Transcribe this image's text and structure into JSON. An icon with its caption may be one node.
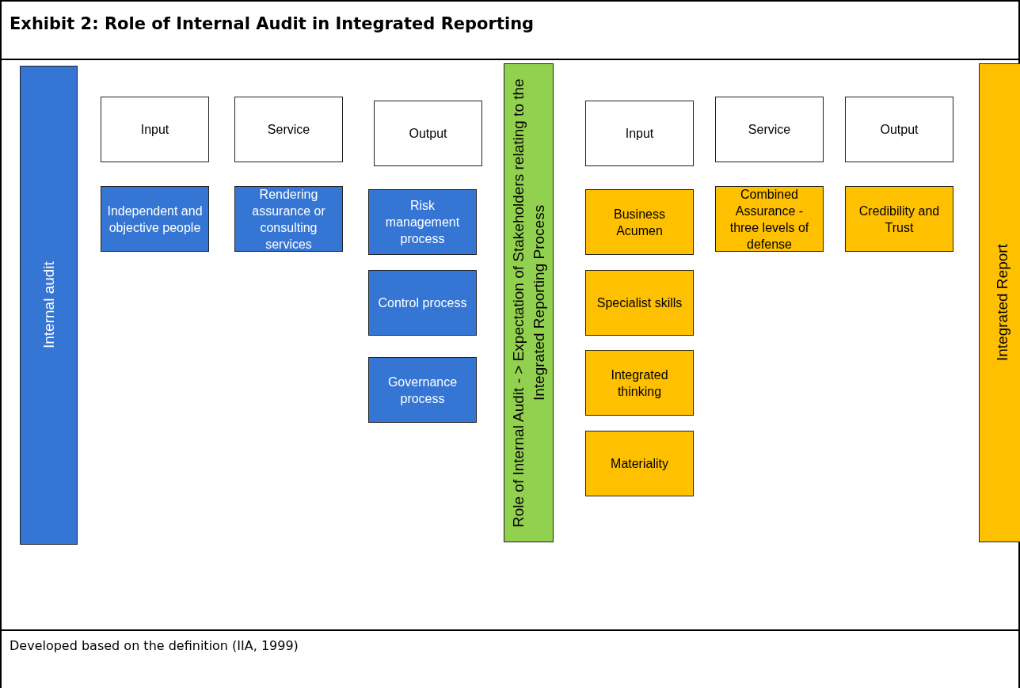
{
  "diagram": {
    "title": "Exhibit 2: Role of Internal Audit in Integrated Reporting",
    "caption": "Developed based on the definition (IIA, 1999)",
    "nodes": [
      {
        "text": [
          "Internal audit"
        ]
      },
      {
        "text": [
          "Input"
        ]
      },
      {
        "text": [
          "Service"
        ]
      },
      {
        "text": [
          "Output"
        ]
      },
      {
        "text": [
          "Independent and objective people"
        ]
      },
      {
        "text": [
          "Rendering assurance or consulting services"
        ]
      },
      {
        "text": [
          "Risk management process"
        ]
      },
      {
        "text": [
          "Control process"
        ]
      },
      {
        "text": [
          "Governance process"
        ]
      },
      {
        "text": [
          "Role of Internal Audit - > Expectation of Stakeholders relating to the Integrated Reporting Process"
        ]
      },
      {
        "text": [
          "Input"
        ]
      },
      {
        "text": [
          "Service"
        ]
      },
      {
        "text": [
          "Output"
        ]
      },
      {
        "text": [
          "Business Acumen"
        ]
      },
      {
        "text": [
          "Combined Assurance - three levels of defense"
        ]
      },
      {
        "text": [
          "Credibility and Trust"
        ]
      },
      {
        "text": [
          "Specialist skills"
        ]
      },
      {
        "text": [
          "Integrated thinking"
        ]
      },
      {
        "text": [
          "Materiality"
        ]
      },
      {
        "text": [
          "Integrated Report"
        ]
      }
    ]
  }
}
